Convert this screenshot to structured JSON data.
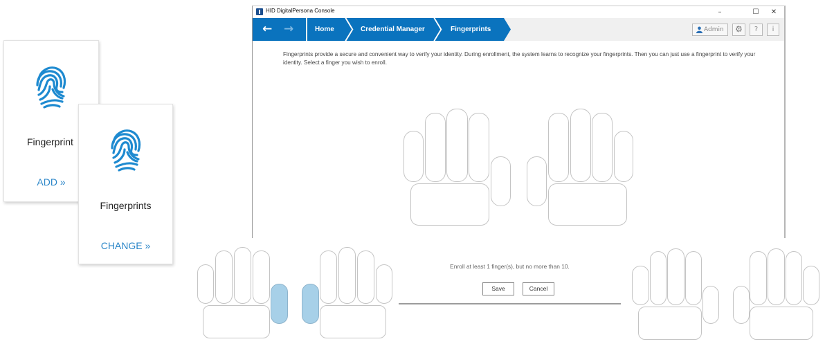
{
  "cards": [
    {
      "title": "Fingerprint",
      "link": "ADD »",
      "icon": "fingerprint-icon"
    },
    {
      "title": "Fingerprints",
      "link": "CHANGE »",
      "icon": "fingerprint-icon"
    }
  ],
  "window": {
    "title": "HID DigitalPersona Console",
    "controls": {
      "minimize": "–",
      "maximize": "☐",
      "close": "✕"
    },
    "nav": {
      "back": "←",
      "forward": "→",
      "breadcrumbs": [
        "Home",
        "Credential Manager",
        "Fingerprints"
      ]
    },
    "toolbar": {
      "user": "Admin",
      "settings": "⚙",
      "help": "?",
      "info": "i"
    },
    "intro": "Fingerprints provide a secure and convenient way to verify your identity. During enrollment, the system learns to recognize your fingerprints. Then you can just use a fingerprint to verify your identity. Select a finger you wish to enroll."
  },
  "dialog": {
    "hint": "Enroll at least 1 finger(s), but no more than 10.",
    "save": "Save",
    "cancel": "Cancel"
  },
  "colors": {
    "accent": "#0a73be",
    "link": "#2b86c8",
    "enrolled_finger": "#a7d0e8",
    "finger_outline": "#c4c4c4"
  },
  "hand_sets": {
    "main": {
      "enrolled": []
    },
    "bottom_left": {
      "enrolled": [
        "left-thumb",
        "right-thumb"
      ]
    },
    "bottom_right": {
      "enrolled": []
    }
  }
}
